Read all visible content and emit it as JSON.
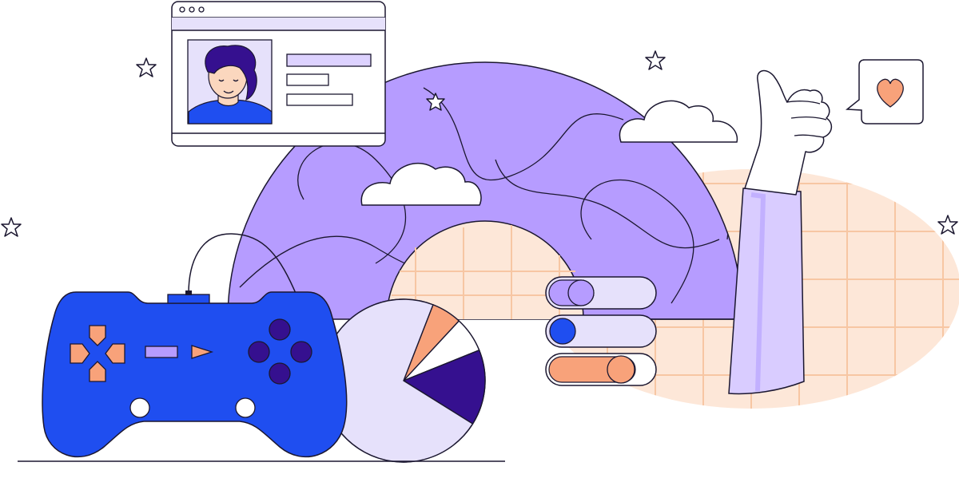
{
  "palette": {
    "outline": "#1b1730",
    "globe": "#b69cff",
    "globe_light": "#ddd2ff",
    "peach": "#fde7d8",
    "peach_grid": "#f7c6a3",
    "orange": "#f8a27a",
    "controller_blue": "#1f4ef0",
    "button_indigo": "#35108f",
    "lavender": "#e6e1fb",
    "sleeve": "#d9ccff",
    "white": "#ffffff"
  },
  "icons": {
    "heart": "heart-icon",
    "star": "star-icon",
    "cloud": "cloud-icon"
  },
  "pie_chart": {
    "type": "pie",
    "slices": [
      {
        "share": 0.06,
        "color": "#f8a27a"
      },
      {
        "share": 0.07,
        "color": "#ffffff"
      },
      {
        "share": 0.15,
        "color": "#35108f"
      },
      {
        "share": 0.72,
        "color": "#e6e1fb"
      }
    ]
  },
  "toggles": [
    {
      "state": "on",
      "track": "#e6e1fb",
      "knob": "#b69cff"
    },
    {
      "state": "off",
      "track": "#e6e1fb",
      "knob": "#1f4ef0"
    },
    {
      "state": "on",
      "track": "#f8a27a",
      "knob": "#f8a27a"
    }
  ]
}
